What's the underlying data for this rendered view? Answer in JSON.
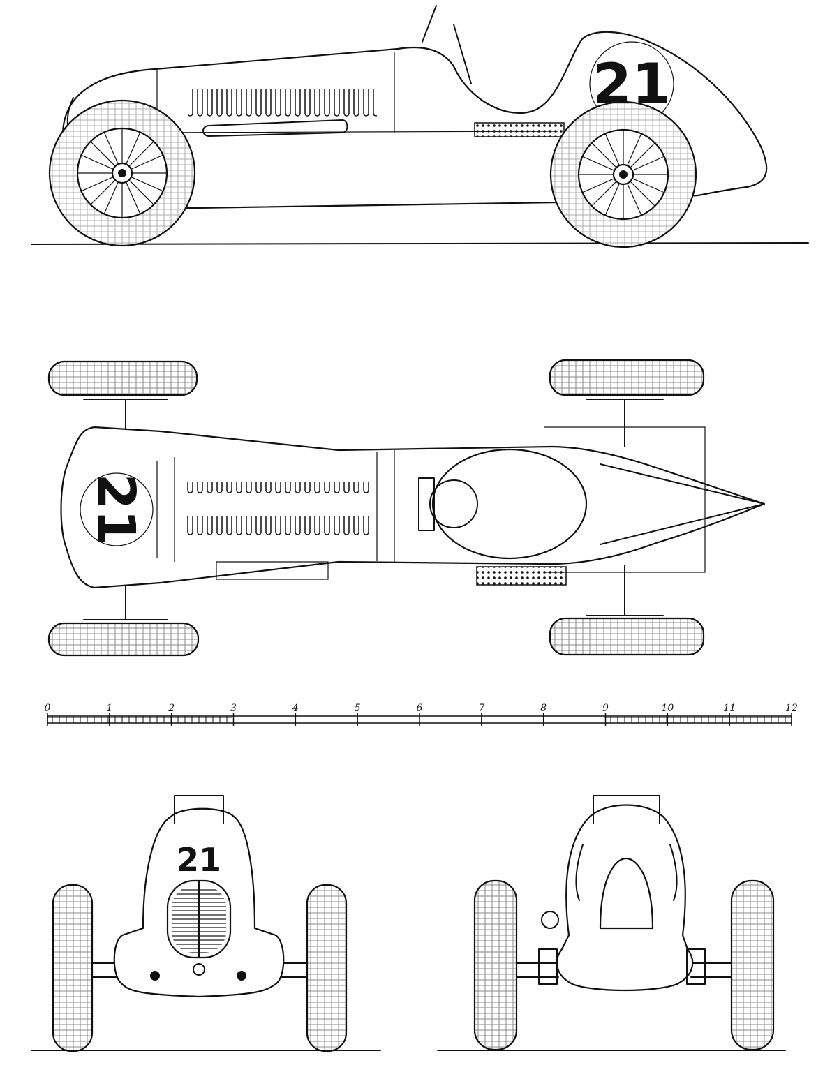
{
  "car_number": "21",
  "scale": {
    "ticks": [
      "0",
      "1",
      "2",
      "3",
      "4",
      "5",
      "6",
      "7",
      "8",
      "9",
      "10",
      "11",
      "12"
    ]
  },
  "colors": {
    "ink": "#111111",
    "paper": "#ffffff"
  }
}
